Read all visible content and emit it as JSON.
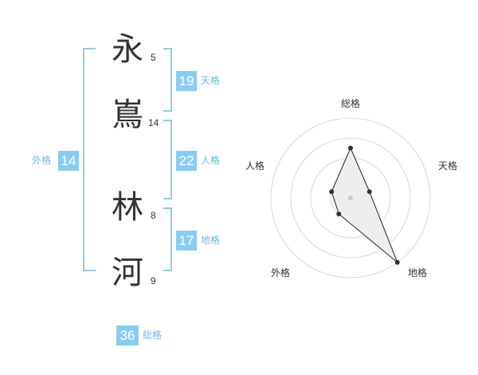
{
  "name": {
    "chars": [
      {
        "char": "永",
        "strokes": "5"
      },
      {
        "char": "嶌",
        "strokes": "14"
      },
      {
        "char": "林",
        "strokes": "8"
      },
      {
        "char": "河",
        "strokes": "9"
      }
    ]
  },
  "scores": {
    "tenkaku": {
      "value": "19",
      "label": "天格"
    },
    "jinkaku": {
      "value": "22",
      "label": "人格"
    },
    "chikaku": {
      "value": "17",
      "label": "地格"
    },
    "gaikaku": {
      "value": "14",
      "label": "外格"
    },
    "soukaku": {
      "value": "36",
      "label": "総格"
    }
  },
  "colors": {
    "accent": "#87cdf2",
    "bracket": "#8ccfee",
    "label": "#6fb9e0",
    "text": "#333333"
  },
  "radar": {
    "axes": [
      "総格",
      "天格",
      "地格",
      "外格",
      "人格"
    ],
    "rings": 4,
    "max": 4,
    "values": [
      2.5,
      1,
      4,
      1,
      1
    ]
  }
}
